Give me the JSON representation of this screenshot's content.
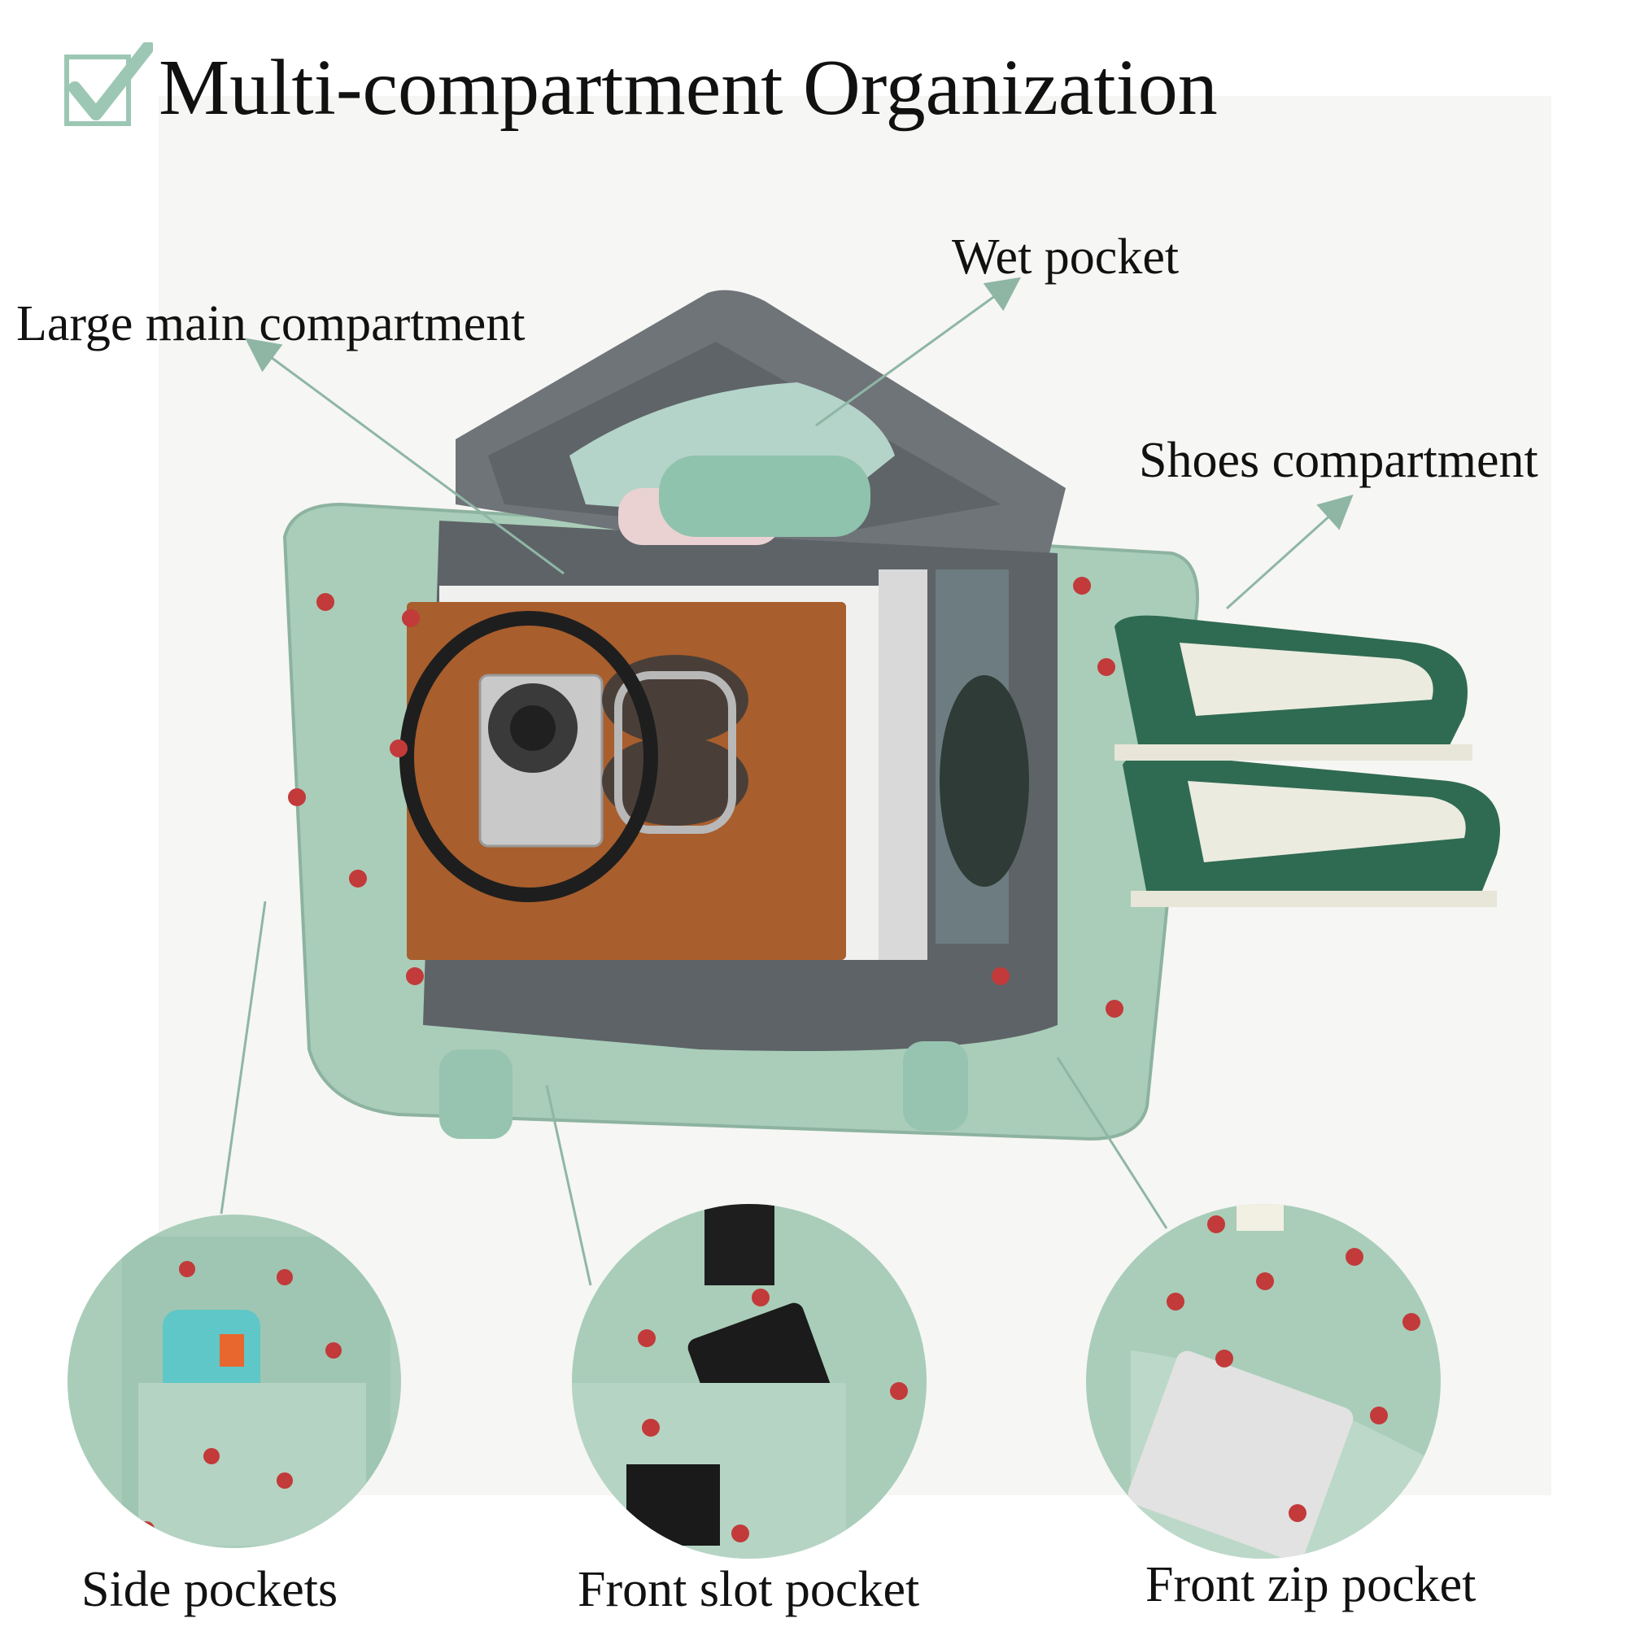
{
  "header": {
    "title": "Multi-compartment Organization",
    "check_icon": "check-box-icon"
  },
  "labels": {
    "large_main": "Large main compartment",
    "wet_pocket": "Wet pocket",
    "shoes": "Shoes compartment",
    "side_pockets": "Side pockets",
    "front_slot": "Front slot pocket",
    "front_zip": "Front zip pocket"
  },
  "colors": {
    "accent_green": "#9cc7b4",
    "bag_green": "#a9cdb9",
    "strawberry": "#c23a3a",
    "arrow": "#8fb6a5"
  }
}
